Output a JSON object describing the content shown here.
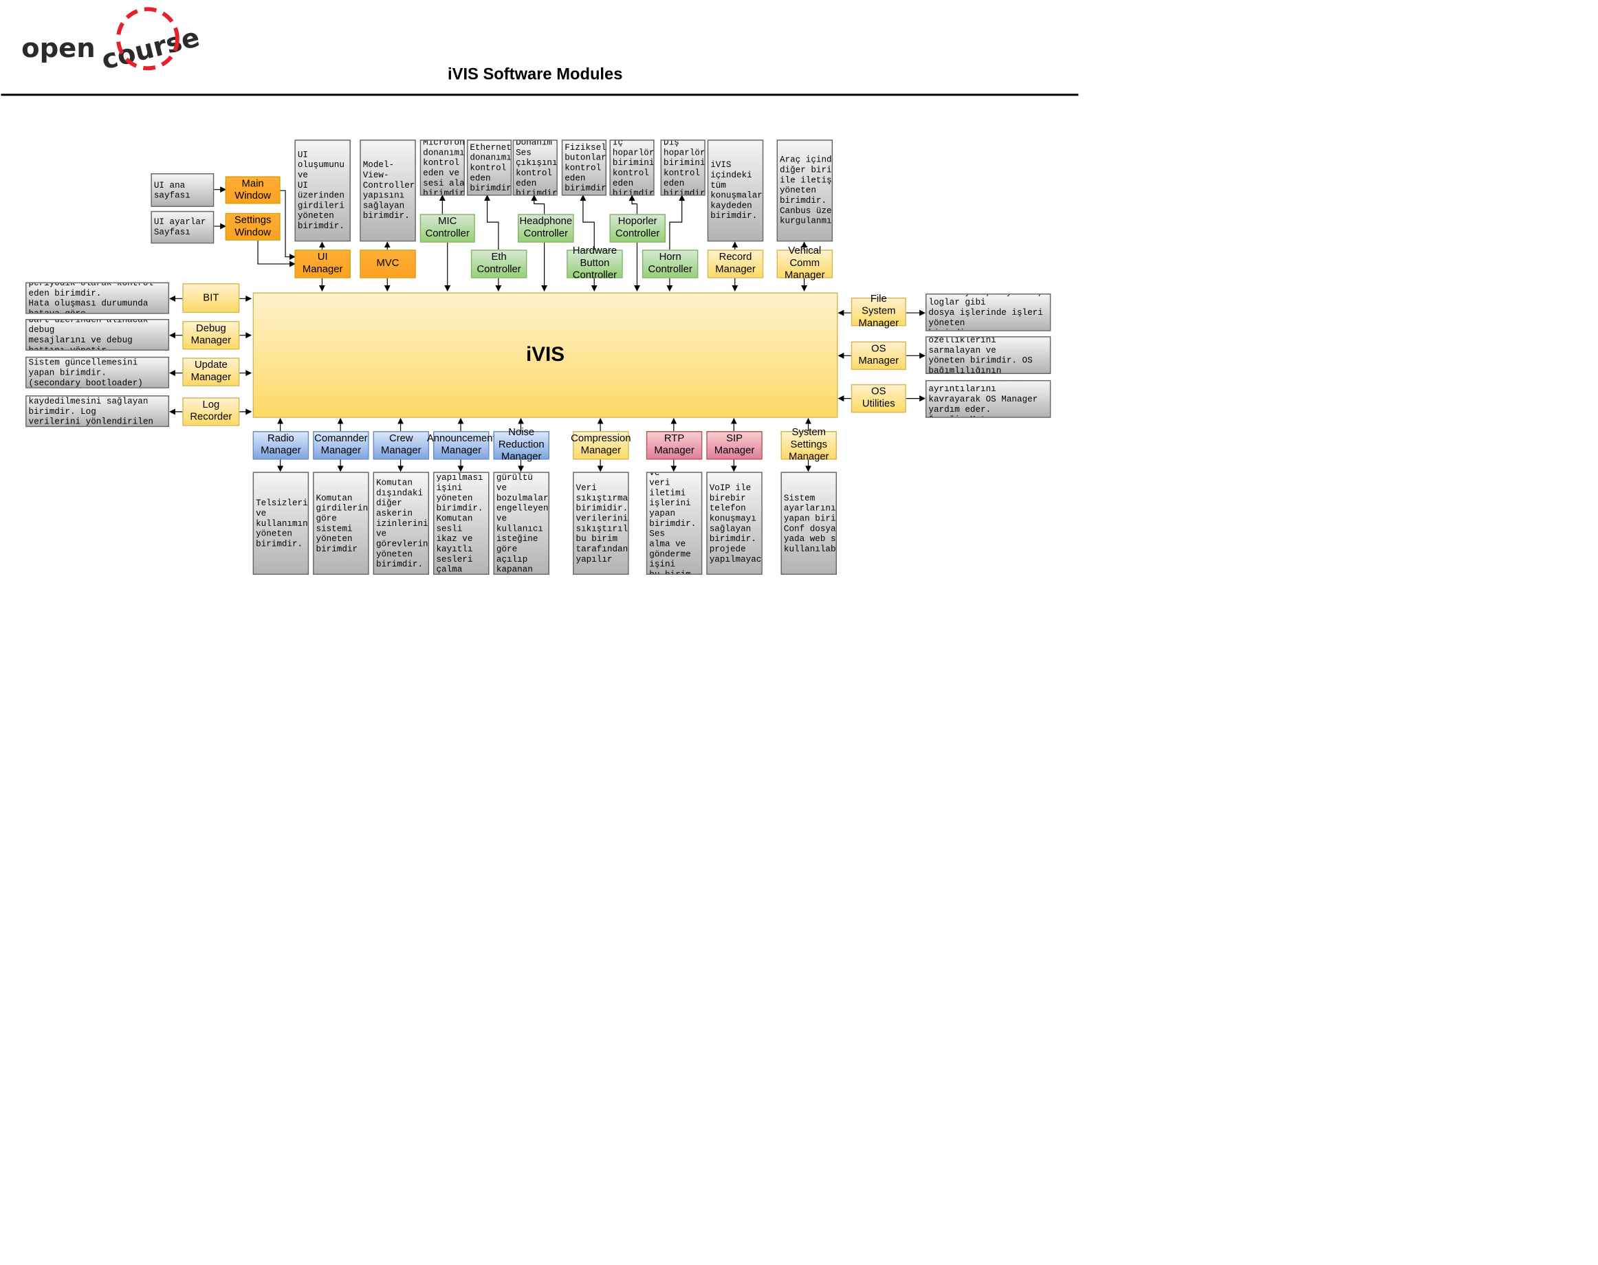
{
  "title": "iVIS Software Modules",
  "logo": {
    "word1": "open",
    "word2": "course"
  },
  "center_label": "iVIS",
  "colors": {
    "orange": "#fba122",
    "green": "#97d077",
    "yellow": "#ffd966",
    "blue": "#7ea6e0",
    "pink": "#e07fa1",
    "logo_red": "#e5222b",
    "logo_dark": "#2b2b2b"
  },
  "modules": {
    "main_window": "Main Window",
    "settings_window": "Settings Window",
    "ui_manager": "UI Manager",
    "mvc": "MVC",
    "mic_controller": "MIC Controller",
    "eth_controller": "Eth Controller",
    "headphone_controller": "Headphone Controller",
    "hardware_button_controller": "Hardware Button Controller",
    "hoporler_controller": "Hoporler Controller",
    "horn_controller": "Horn Controller",
    "record_manager": "Record Manager",
    "vehical_comm_manager": "Vehical Comm Manager",
    "bit": "BIT",
    "debug_manager": "Debug Manager",
    "update_manager": "Update Manager",
    "log_recorder": "Log Recorder",
    "file_system_manager": "File System Manager",
    "os_manager": "OS Manager",
    "os_utilities": "OS Utilities",
    "radio_manager": "Radio Manager",
    "comannder_manager": "Comannder Manager",
    "crew_manager": "Crew Manager",
    "announcement_manager": "Announcement Manager",
    "noise_reduction_manager": "Noise Reduction Manager",
    "compression_manager": "Compression Manager",
    "rtp_manager": "RTP Manager",
    "sip_manager": "SIP Manager",
    "system_settings_manager": "System Settings Manager"
  },
  "descriptions": {
    "ui_ana_sayfasi": "UI ana sayfası",
    "ui_ayarlar_sayfasi": "UI ayarlar\nSayfası",
    "ui_manager": "UI oluşumunu ve\nUI üzerinden\ngirdileri\nyöneten\nbirimdir.",
    "mvc": "Model-View-\nController\nyapısını\nsağlayan\nbirimdir.",
    "mic": "Microfon\ndonanımını\nkontrol\neden ve\nsesi alan\nbirimdir",
    "eth": "Ethernet\ndonanımını\nkontrol\neden\nbirimdir.",
    "headphone": "Donanım Ses\nçıkışını\nkontrol\neden\nbirimdir",
    "hardware_button": "Fiziksel\nbutonları\nkontrol\neden\nbirimdir.",
    "hoporler": "İç hoparlör\nbirimini\nkontrol\neden\nbirimdir.",
    "horn": "Dış\nhoparlör\nbirimini\nkontrol\neden\nbirimdir.",
    "record": "iVIS içindeki\ntüm konuşmaları\nkaydeden\nbirimdir.",
    "vehical_comm": "Araç içindeki\ndiğer birimler\nile iletişim\nyöneten\nbirimdir.\nCanbus üzerine\nkurgulanmıştır.",
    "bit": "Sistem bileşenlerini ve donanımları\nperiyodik olarak kontrol eden birimdir.\nHata oluşması durumunda hataya göre\nsistem çalışmasını yönlendirir.",
    "debug": "Uart üzerinden alınacak debug\nmesajlarını ve debug hattını yönetir.",
    "update": "Sistem güncellemesini yapan birimdir.\n(secondary bootloader)",
    "log": "Sistem ile ilgili istenilen verilerin\nkaydedilmesini sağlayan birimdir. Log\nverilerini yönlendirilen alana\nkaydeder.",
    "file_system": "Ses dosyası, kayıtlar, loglar gibi\ndosya işlerinde işleri yöneten\nbirimdir.",
    "os_manager": "Kullanılan OS sistemin\nözelliklerini sarmalayan ve\nyöneten birimdir. OS\nbağımlılığının oluşmamasını sağlar",
    "os_utilities": "OS desteklerini ve ayrıntılarını\nkavrayarak OS Manager yardım eder.\nÖrneğin Mutex.",
    "radio": "Telsizleri ve\nkullanımını\nyöneten\nbirimdir.",
    "comannder": "Komutan\ngirdilerine\ngöre sistemi\nyöneten\nbirimdir",
    "crew": "Komutan\ndışındaki diğer\naskerin\nizinlerini ve\ngörevlerini\nyöneten\nbirimdir.",
    "announcement": "Araç dışına\nanons yapılması\nişini yöneten\nbirimdir.\nKomutan sesli\nikaz ve kayıtlı\nsesleri çalma\nişlemlerini\nyapar",
    "noise": "Sesteki gürültü\nve bozulmaları\nengelleyen ve\nkullanıcı\nisteğine göre\naçılıp kapanan\nbirimdir.",
    "compression": "Veri sıkıştırma\nbirimidir. Ses\nverilerinin\nsıkıştırılması\nbu birim\ntarafından\nyapılır",
    "rtp": "RTP soket ve\nveri iletimi\nişlerini yapan\nbirimdir. Ses\nalma ve\ngönderme işini\nbu birim yapar.",
    "sip": "VoIP ile\nbirebir telefon\nkonuşmayı\nsağlayan\nbirimdir. Bu\nprojede\nyapılmayacak.",
    "system_settings": "Sistem\nayarlarını\nyapan birimdir.\nConf dosyası\nyada web server\nkullanılabilir."
  }
}
